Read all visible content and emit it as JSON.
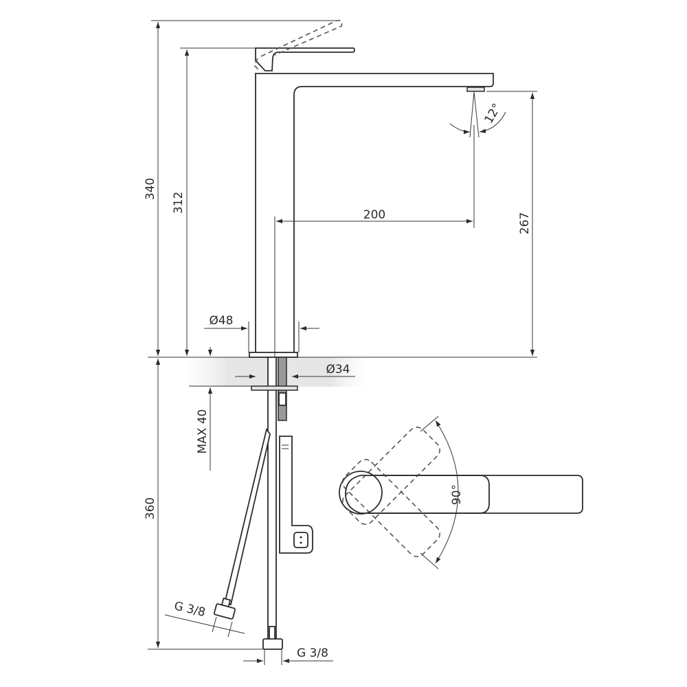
{
  "drawing": {
    "title": "Faucet dimension drawing",
    "dimensions": {
      "total_height": "340",
      "handle_height": "312",
      "spout_reach": "200",
      "spout_height": "267",
      "spray_angle": "12°",
      "base_diameter": "Ø48",
      "shank_diameter": "Ø34",
      "max_counter_thickness": "MAX 40",
      "hose_length": "360",
      "hose_thread_left": "G 3/8",
      "hose_thread_bottom": "G 3/8",
      "handle_rotation": "90°"
    }
  }
}
